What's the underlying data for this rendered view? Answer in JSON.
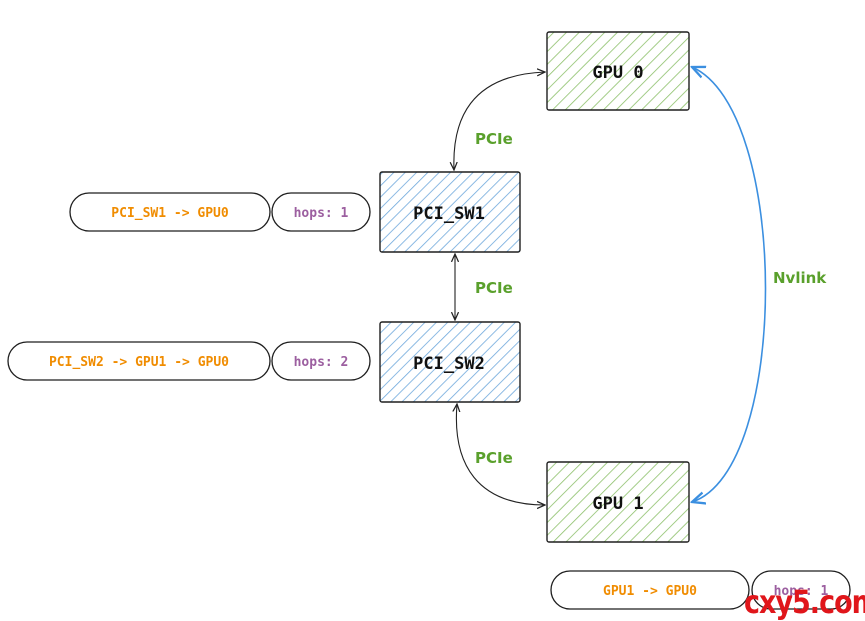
{
  "nodes": {
    "gpu0": "GPU 0",
    "gpu1": "GPU 1",
    "pci_sw1": "PCI_SW1",
    "pci_sw2": "PCI_SW2"
  },
  "edges": {
    "pcie_top": "PCIe",
    "pcie_mid": "PCIe",
    "pcie_bottom": "PCIe",
    "nvlink": "Nvlink"
  },
  "routes": [
    {
      "path": "PCI_SW1 -> GPU0",
      "hops": "hops: 1"
    },
    {
      "path": "PCI_SW2 -> GPU1 -> GPU0",
      "hops": "hops: 2"
    },
    {
      "path": "GPU1 -> GPU0",
      "hops": "hops: 1"
    }
  ],
  "watermark": "cxy5.com",
  "colors": {
    "gpu_fill": "#8cc06a",
    "switch_fill": "#6ea8dc",
    "pcie_label": "#5aa02c",
    "nvlink_arrow": "#3b8fe0",
    "route_text": "#f08c00",
    "hops_text": "#9c5fa0"
  }
}
